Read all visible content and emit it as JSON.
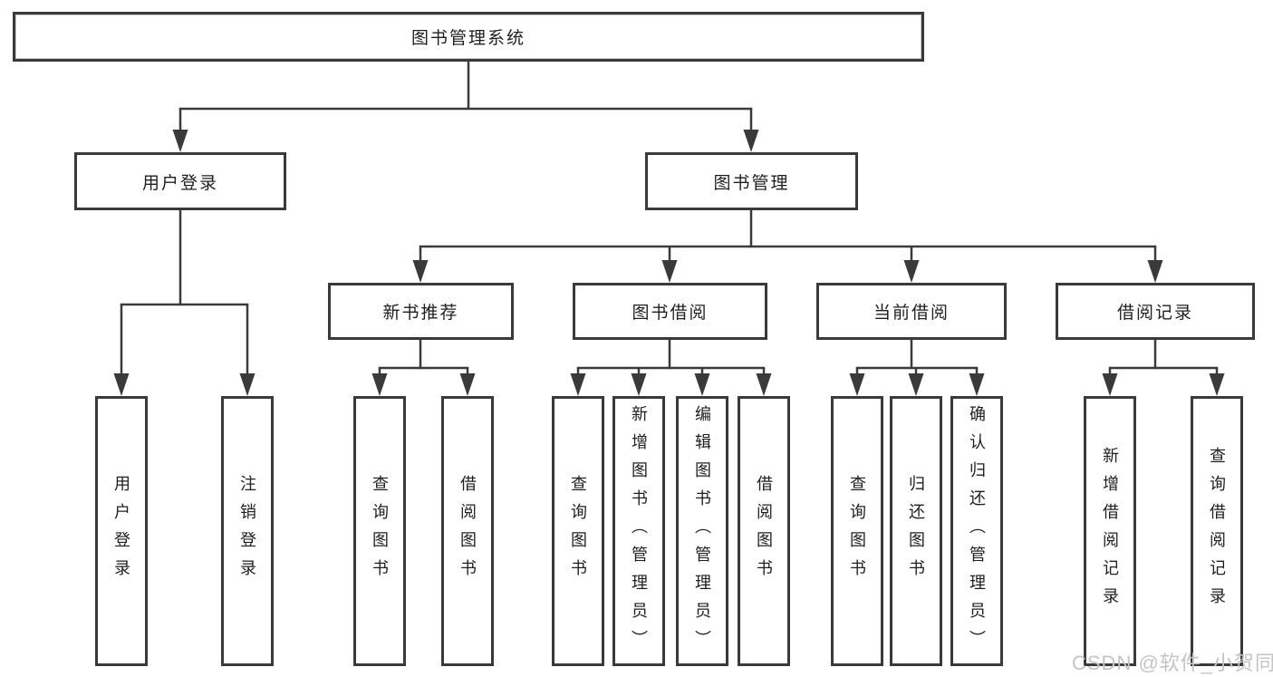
{
  "tree": {
    "root": {
      "label": "图书管理系统",
      "children": [
        {
          "label": "用户登录",
          "children": [
            {
              "label": "用户登录"
            },
            {
              "label": "注销登录"
            }
          ]
        },
        {
          "label": "图书管理",
          "children": [
            {
              "label": "新书推荐",
              "children": [
                {
                  "label": "查询图书"
                },
                {
                  "label": "借阅图书"
                }
              ]
            },
            {
              "label": "图书借阅",
              "children": [
                {
                  "label": "查询图书"
                },
                {
                  "label": "新增图书（管理员）"
                },
                {
                  "label": "编辑图书（管理员）"
                },
                {
                  "label": "借阅图书"
                }
              ]
            },
            {
              "label": "当前借阅",
              "children": [
                {
                  "label": "查询图书"
                },
                {
                  "label": "归还图书"
                },
                {
                  "label": "确认归还（管理员）"
                }
              ]
            },
            {
              "label": "借阅记录",
              "children": [
                {
                  "label": "新增借阅记录"
                },
                {
                  "label": "查询借阅记录"
                }
              ]
            }
          ]
        }
      ]
    }
  },
  "watermark": "CSDN @软件_小贺同学",
  "colors": {
    "line": "#3a3a3a",
    "text": "#1f1f1f",
    "background": "#ffffff",
    "watermark": "#c4c4c4"
  }
}
